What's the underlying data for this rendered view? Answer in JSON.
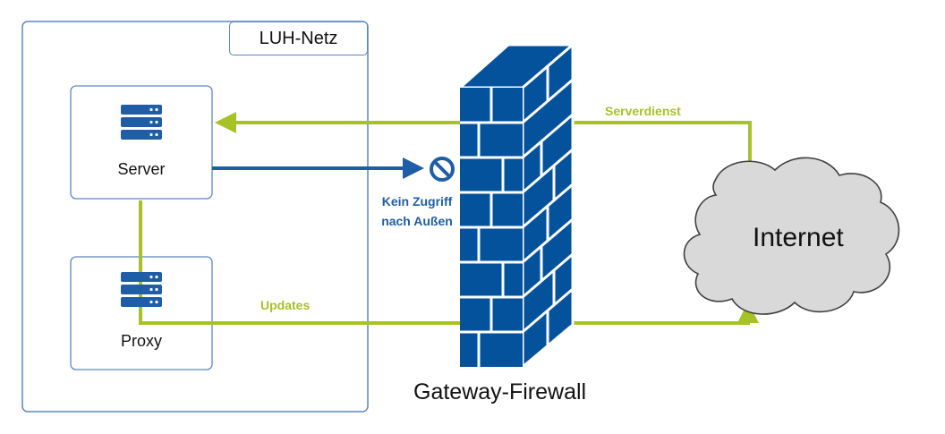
{
  "network": {
    "title": "LUH-Netz"
  },
  "nodes": {
    "server": {
      "label": "Server",
      "icon": "server-rack-icon"
    },
    "proxy": {
      "label": "Proxy",
      "icon": "server-rack-icon"
    }
  },
  "links": {
    "serverdienst": "Serverdienst",
    "updates": "Updates",
    "blocked_line1": "Kein Zugriff",
    "blocked_line2": "nach Außen"
  },
  "internet": {
    "label": "Internet",
    "icon": "cloud-icon"
  },
  "firewall": {
    "label": "Gateway-Firewall",
    "icon": "brick-wall-icon"
  },
  "colors": {
    "accent_green": "#a7c226",
    "accent_blue": "#1f5ea6",
    "firewall_blue": "#04529c",
    "box_border": "#5b86c5",
    "cloud_fill": "#d9d9d9"
  }
}
